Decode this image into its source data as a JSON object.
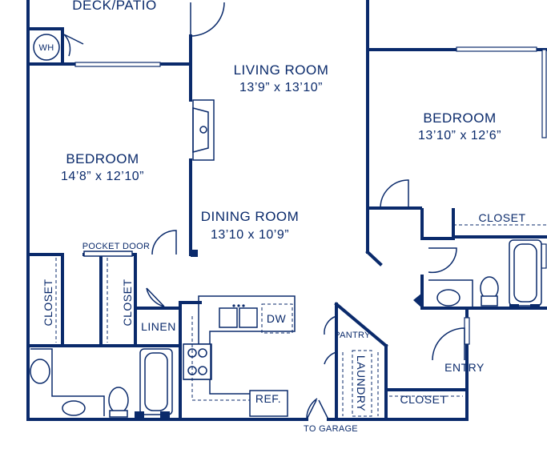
{
  "plan": {
    "deck_patio": "DECK/PATIO",
    "wh": "WH",
    "living_room": {
      "name": "LIVING ROOM",
      "size": "13’9” x 13’10”"
    },
    "bedroom_right": {
      "name": "BEDROOM",
      "size": "13’10” x 12’6”"
    },
    "bedroom_left": {
      "name": "BEDROOM",
      "size": "14’8” x 12’10”"
    },
    "dining_room": {
      "name": "DINING ROOM",
      "size": "13’10 x 10’9”"
    },
    "closet_right": "CLOSET",
    "pocket_door": "POCKET DOOR",
    "closet_left_a": "CLOSET",
    "closet_left_b": "CLOSET",
    "linen": "LINEN",
    "dw": "DW",
    "pantry": "PANTRY",
    "laundry": "LAUNDRY",
    "entry": "ENTRY",
    "ref": "REF.",
    "closet_entry": "CLOSET",
    "to_garage": "TO GARAGE"
  },
  "colors": {
    "ink": "#0a2a6b",
    "background": "#ffffff"
  }
}
